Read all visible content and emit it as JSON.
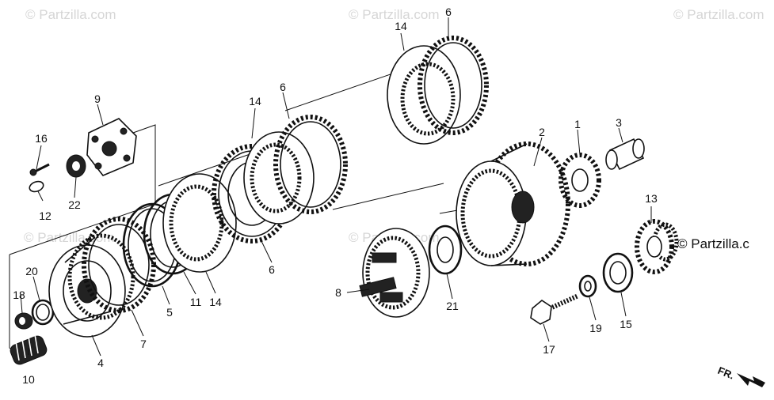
{
  "watermarks": [
    "© Partzilla.com",
    "© Partzilla.com",
    "© Partzilla.com",
    "© Partzilla.com",
    "© Partzilla.com"
  ],
  "brand_label": "© Partzilla.c",
  "direction_label": "FR.",
  "callouts": {
    "c1": "1",
    "c2": "2",
    "c3": "3",
    "c4": "4",
    "c5": "5",
    "c6a": "6",
    "c6b": "6",
    "c6c": "6",
    "c7": "7",
    "c8": "8",
    "c9": "9",
    "c10": "10",
    "c11": "11",
    "c12": "12",
    "c13": "13",
    "c14a": "14",
    "c14b": "14",
    "c14c": "14",
    "c15": "15",
    "c16": "16",
    "c17": "17",
    "c18": "18",
    "c19": "19",
    "c20": "20",
    "c21": "21",
    "c22": "22"
  }
}
